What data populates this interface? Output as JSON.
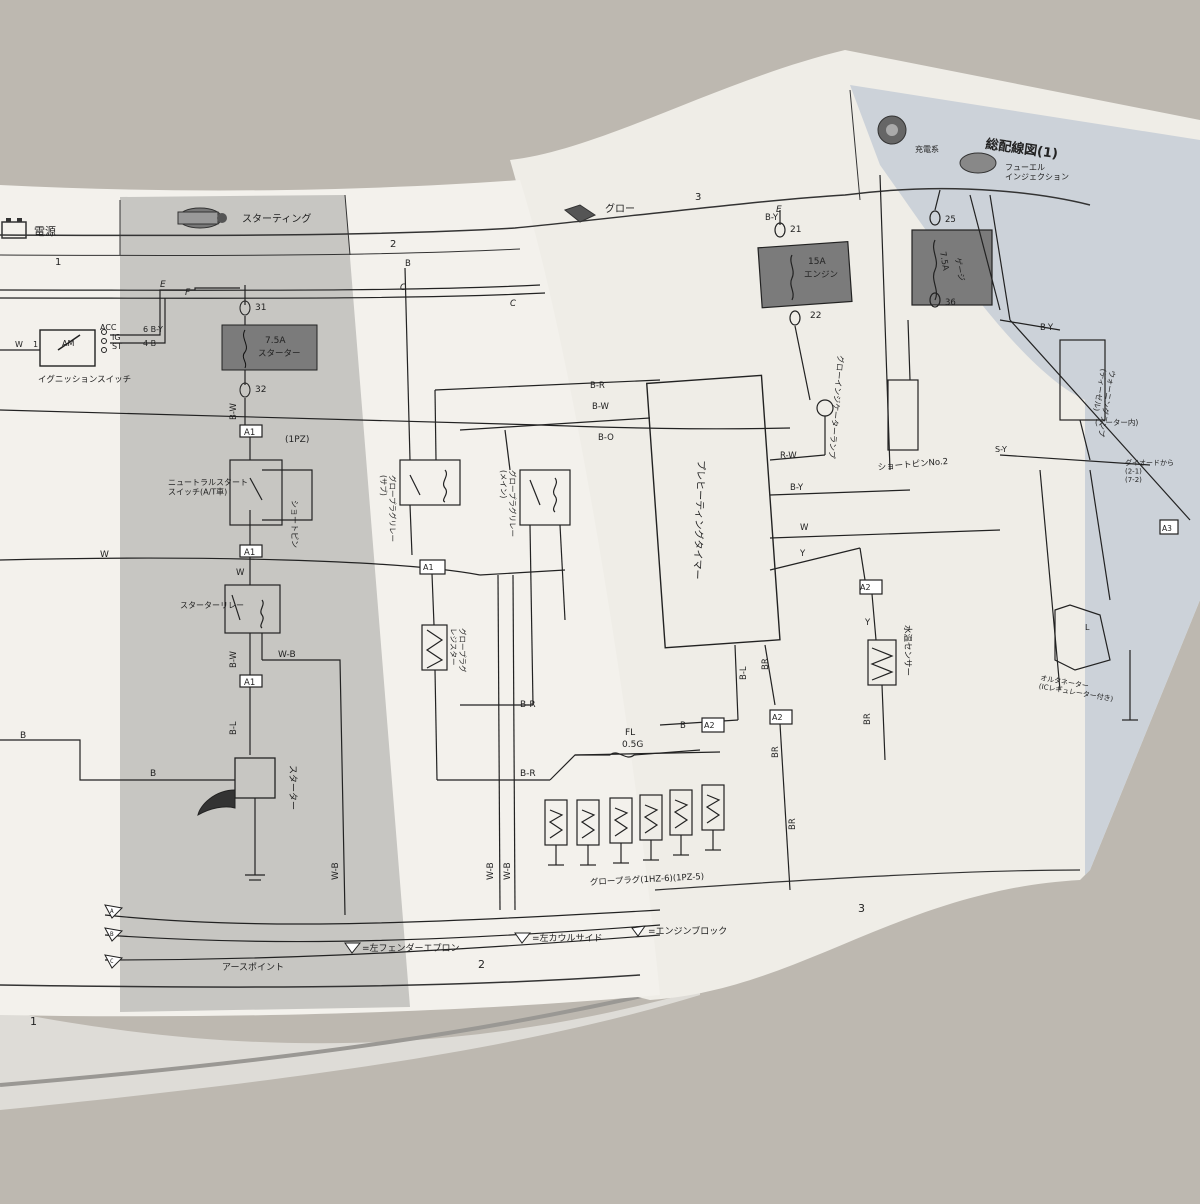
{
  "sections": {
    "power": "電源",
    "starting": "スターティング",
    "glow": "グロー",
    "charging": "充電系",
    "fuel_injection": "フューエル\nインジェクション",
    "overall_title": "総配線図(1)"
  },
  "column_numbers": {
    "c1": "1",
    "c2": "2",
    "c3": "3"
  },
  "bottom_numbers": {
    "b1": "1",
    "b2": "2",
    "b3": "3"
  },
  "wires": {
    "E": "E",
    "F": "F",
    "B": "B",
    "C": "C",
    "W": "W",
    "WB": "W-B",
    "BR": "B-R",
    "BW": "B-W",
    "BO": "B-O",
    "BY": "B-Y",
    "BL": "B-L",
    "Y": "Y",
    "RW": "R-W",
    "BRn": "BR",
    "L": "L",
    "SY": "S-Y"
  },
  "ignition": {
    "label": "イグニッションスイッチ",
    "acc": "ACC",
    "ig": "IG",
    "st": "ST",
    "am": "AM",
    "pin6": "6 B-Y",
    "pin4": "4 B",
    "pin1": "1"
  },
  "fuses": {
    "starter": {
      "rating": "7.5A",
      "name": "スターター",
      "top": "31",
      "bottom": "32"
    },
    "engine": {
      "rating": "15A",
      "name": "エンジン",
      "top": "21",
      "bottom": "22"
    },
    "gauge": {
      "rating": "7.5A",
      "name": "ゲージ",
      "top": "25",
      "bottom": "36"
    }
  },
  "components": {
    "neutral_switch": "ニュートラルスタート\nスイッチ(A/T車)",
    "short_pin": "ショートピン",
    "ipz": "(1PZ)",
    "starter_relay": "スターターリレー",
    "starter": "スターター",
    "glow_relay_sub": "グロープラグリレー\n(サブ)",
    "glow_relay_main": "グロープラグリレー\n(メイン)",
    "glow_resistor": "グロープラグ\nレジスター",
    "preheat_timer": "プレヒーティングタイマー",
    "indicator_lamp": "グローインジケーターランプ",
    "short_pin_no2": "ショートピンNo.2",
    "water_sensor": "水温センサー",
    "fusible_link": "FL",
    "fl_rating": "0.5G",
    "glow_plugs": "グロープラグ(1HZ-6)(1PZ-5)",
    "alternator": "オルタネーター\n(ICレギュレーター付き)",
    "meter": "(メーター内)",
    "diode": "ダイオードから\n(2-1)\n(7-2)",
    "warning_lamp": "ウォーニングランプ\n(ディーゼル)"
  },
  "connectors": {
    "A1": "A1",
    "A2": "A2",
    "A3": "A3"
  },
  "earth": {
    "title": "アースポイント",
    "a": "=左フェンダーエプロン",
    "b": "=左カウルサイド",
    "c": "=エンジンブロック",
    "sym_a": "A",
    "sym_b": "B",
    "sym_c": "C"
  },
  "colors": {
    "paper": "#f1efea",
    "gray_band": "#c9c8c4",
    "blue_band": "#cfd5dc",
    "fuse_box": "#7b7b7b",
    "ink": "#222222"
  }
}
